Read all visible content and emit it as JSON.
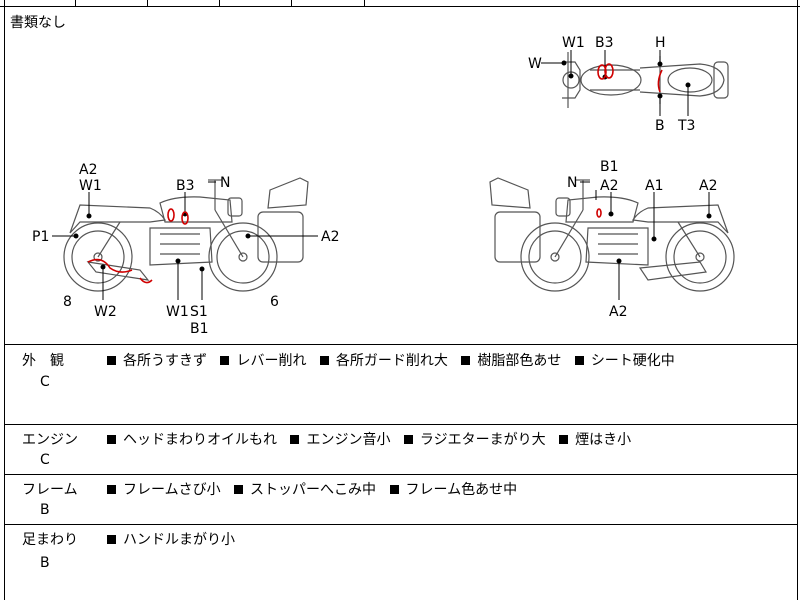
{
  "header": {
    "top_text": "書類なし"
  },
  "diagram_labels": {
    "top_view": [
      "W1",
      "B3",
      "H",
      "W",
      "B",
      "T3"
    ],
    "left_view": [
      "A2",
      "W1",
      "B3",
      "N",
      "P1",
      "A2",
      "8",
      "W2",
      "W1",
      "S1",
      "B1",
      "6"
    ],
    "right_view": [
      "B1",
      "N",
      "A2",
      "A1",
      "A2",
      "A2"
    ]
  },
  "sections": [
    {
      "label": "外　観",
      "grade": "C",
      "items": [
        "各所うすきず",
        "レバー削れ",
        "各所ガード削れ大",
        "樹脂部色あせ",
        "シート硬化中"
      ]
    },
    {
      "label": "エンジン",
      "grade": "C",
      "items": [
        "ヘッドまわりオイルもれ",
        "エンジン音小",
        "ラジエターまがり大",
        "煙はき小"
      ]
    },
    {
      "label": "フレーム",
      "grade": "B",
      "items": [
        "フレームさび小",
        "ストッパーへこみ中",
        "フレーム色あせ中"
      ]
    },
    {
      "label": "足まわり",
      "grade": "B",
      "items": [
        "ハンドルまがり小"
      ]
    }
  ],
  "colors": {
    "line": "#000000",
    "sketch": "#555555",
    "damage_mark": "#d00000"
  }
}
